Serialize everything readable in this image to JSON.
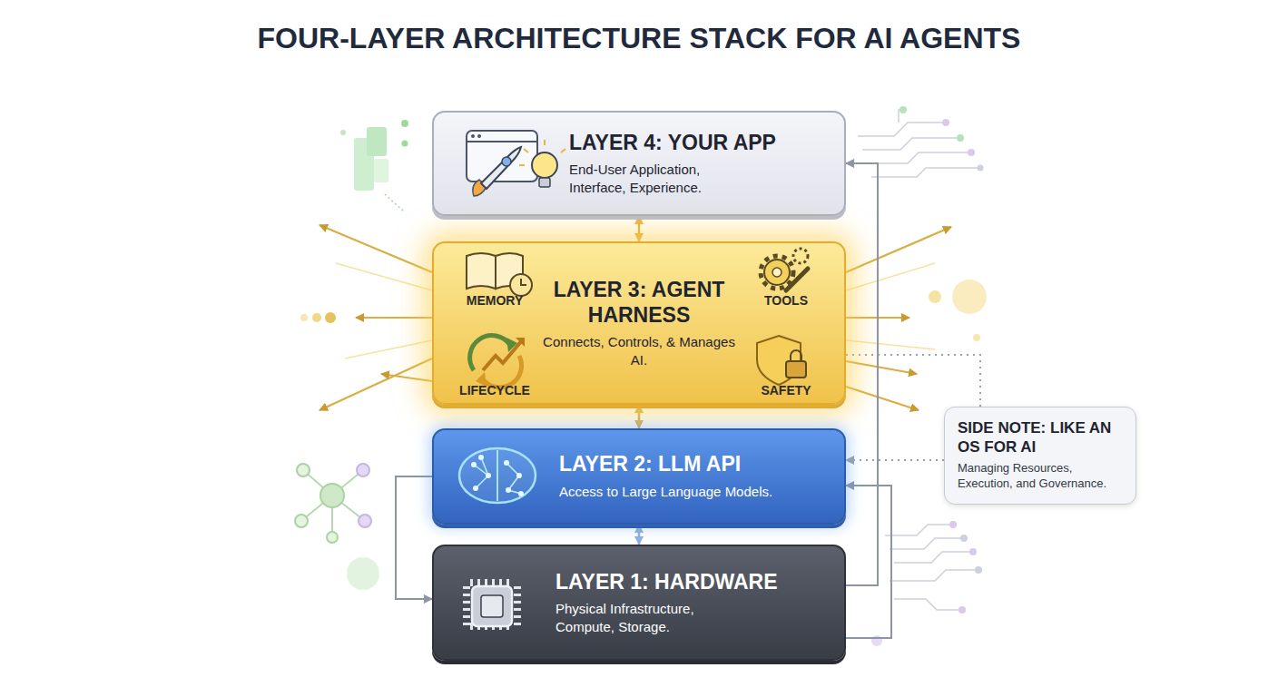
{
  "diagram": {
    "title": "FOUR-LAYER ARCHITECTURE STACK FOR AI AGENTS",
    "nodes": [
      {
        "text": [
          "LAYER 4: YOUR APP",
          "End-User Application, Interface, Experience."
        ]
      },
      {
        "text": [
          "LAYER 3: AGENT HARNESS",
          "Connects, Controls, & Manages AI."
        ]
      },
      {
        "text": [
          "LAYER 2: LLM API",
          "Access to Large Language Models."
        ]
      },
      {
        "text": [
          "LAYER 1: HARDWARE",
          "Physical Infrastructure, Compute, Storage."
        ]
      },
      {
        "text": [
          "SIDE NOTE: LIKE AN OS FOR AI",
          "Managing Resources, Execution, and Governance."
        ]
      }
    ],
    "edges": [
      {
        "from": 0,
        "to": 1,
        "arrow": "both"
      },
      {
        "from": 1,
        "to": 2,
        "arrow": "both"
      },
      {
        "from": 2,
        "to": 3,
        "arrow": "both"
      },
      {
        "from": 3,
        "to": 0,
        "arrow": "to"
      },
      {
        "from": 3,
        "to": 2,
        "arrow": "to"
      },
      {
        "from": 2,
        "to": 3,
        "arrow": "to"
      },
      {
        "from": 4,
        "to": 1,
        "arrow": "none"
      },
      {
        "from": 4,
        "to": 2,
        "arrow": "to"
      }
    ],
    "labels": [
      "MEMORY",
      "TOOLS",
      "LIFECYCLE",
      "SAFETY"
    ]
  }
}
